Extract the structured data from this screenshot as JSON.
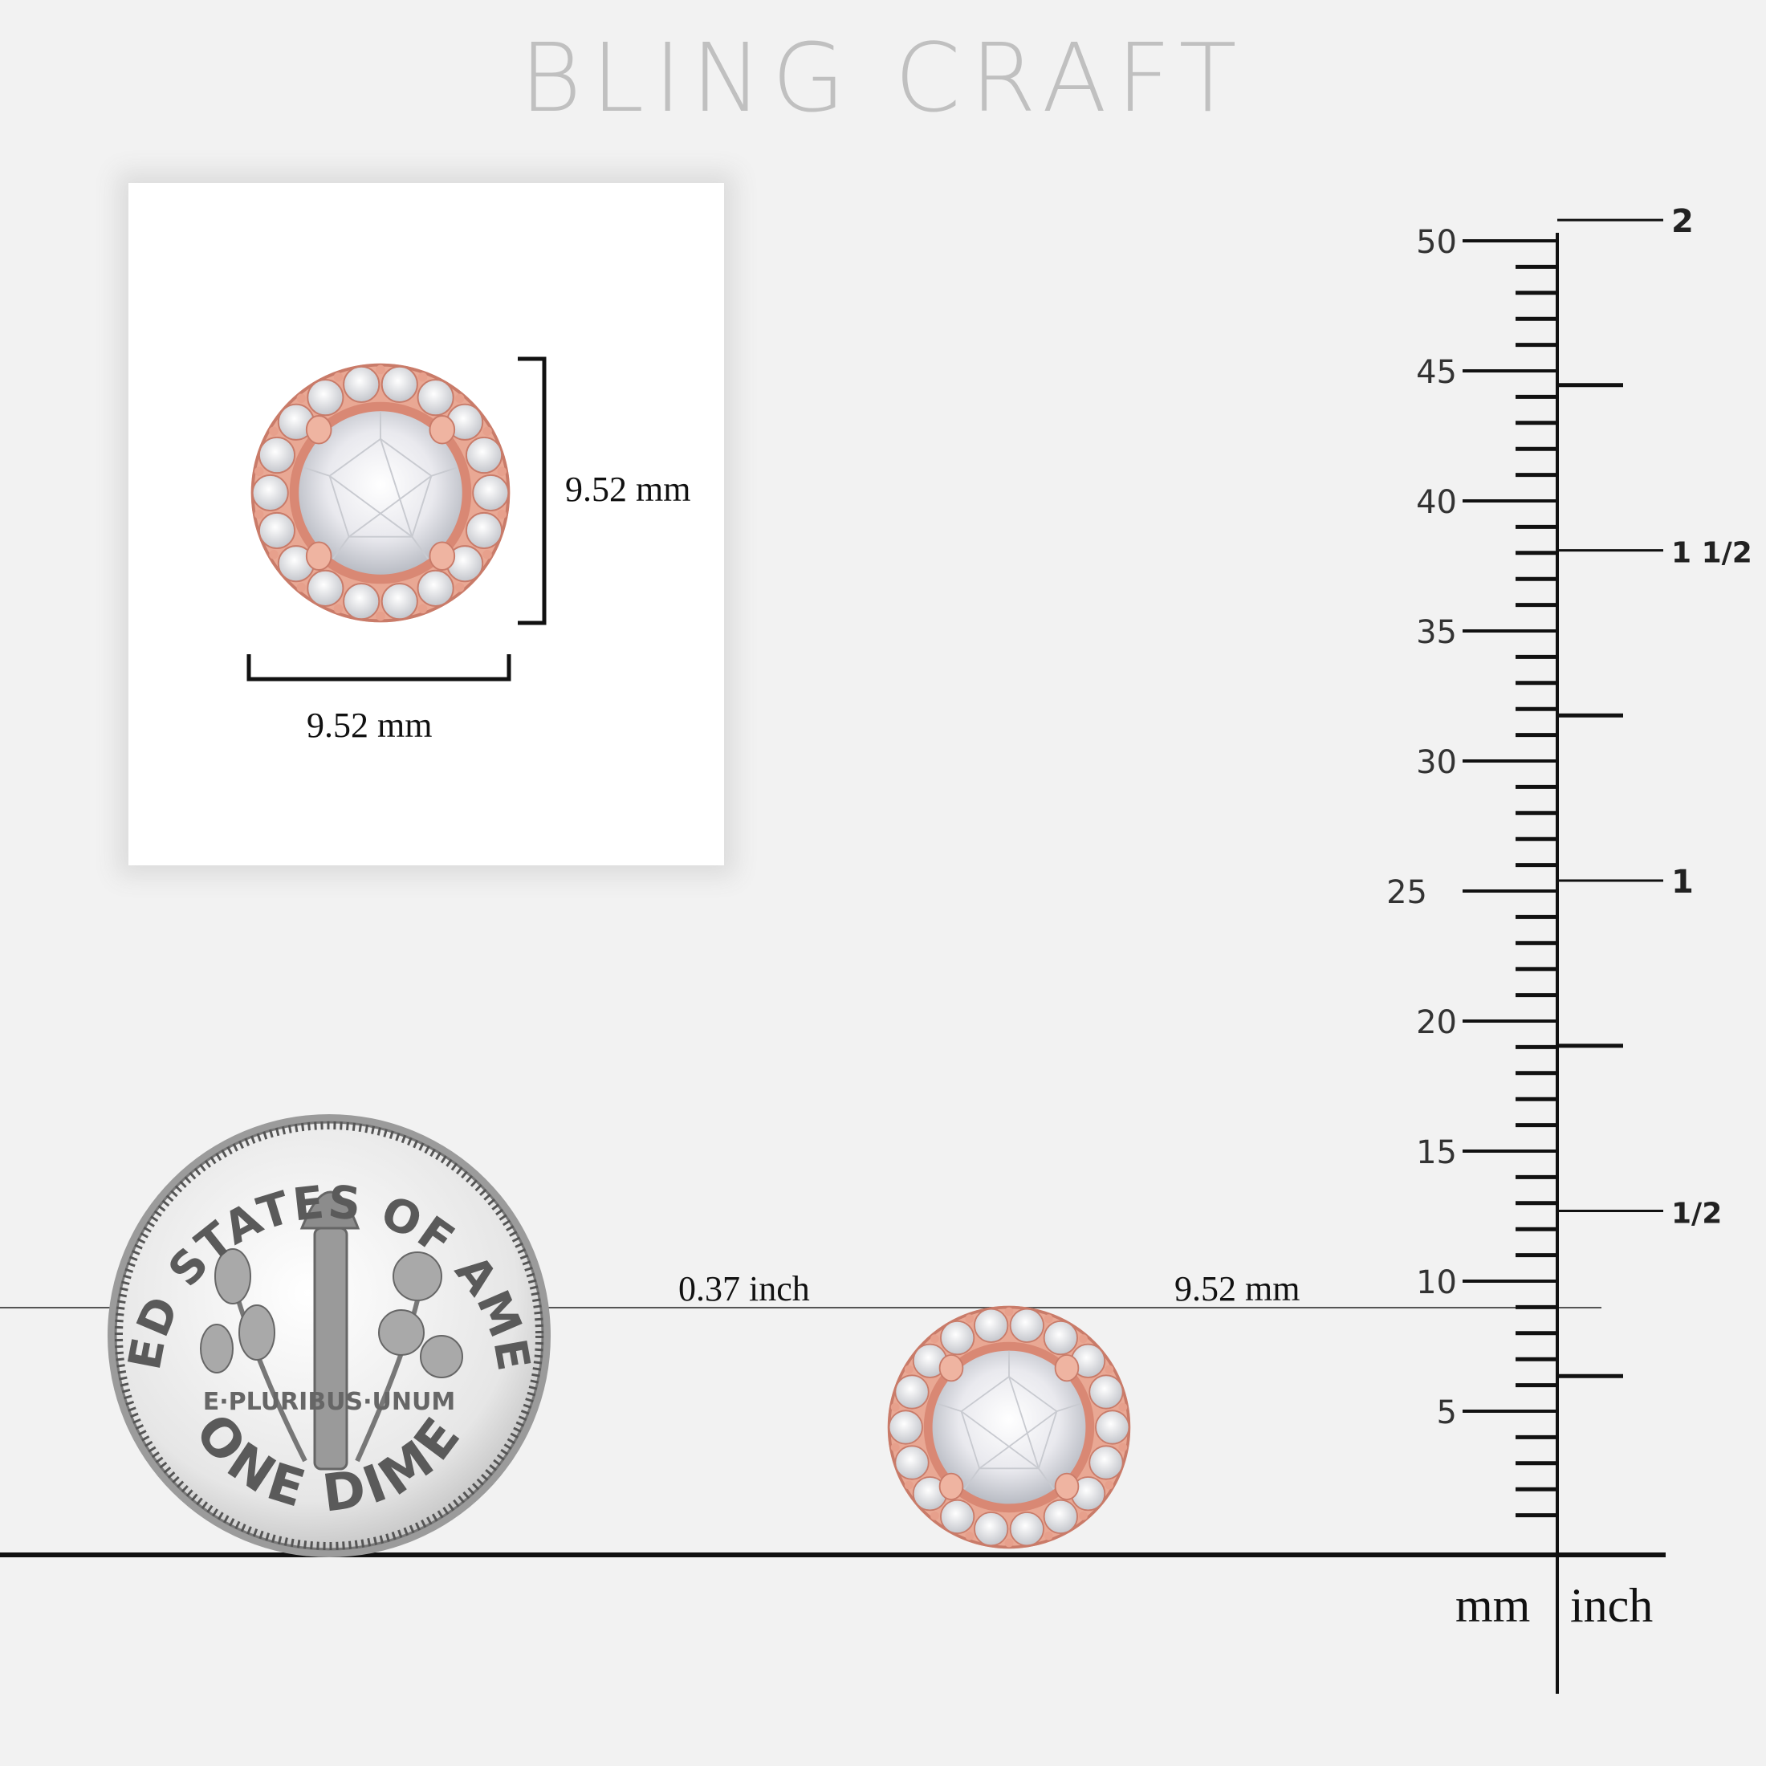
{
  "brand": "BLING CRAFT",
  "panel": {
    "height_label": "9.52 mm",
    "width_label": "9.52 mm"
  },
  "measurement": {
    "inch_label": "0.37 inch",
    "mm_label": "9.52 mm"
  },
  "coin": {
    "top_text": "UNITED STATES OF AMERICA",
    "motto": "E·PLURIBUS·UNUM",
    "bottom_text": "ONE DIME"
  },
  "ruler": {
    "mm_labels": [
      "50",
      "45",
      "40",
      "35",
      "30",
      "25",
      "20",
      "15",
      "10",
      "5"
    ],
    "inch_labels": [
      "2",
      "1 1/2",
      "1",
      "1/2"
    ],
    "mm_unit": "mm",
    "inch_unit": "inch"
  },
  "colors": {
    "rose_gold": "#e39a86",
    "diamond": "#f4f4f6",
    "brand": "#c0c0c0"
  }
}
